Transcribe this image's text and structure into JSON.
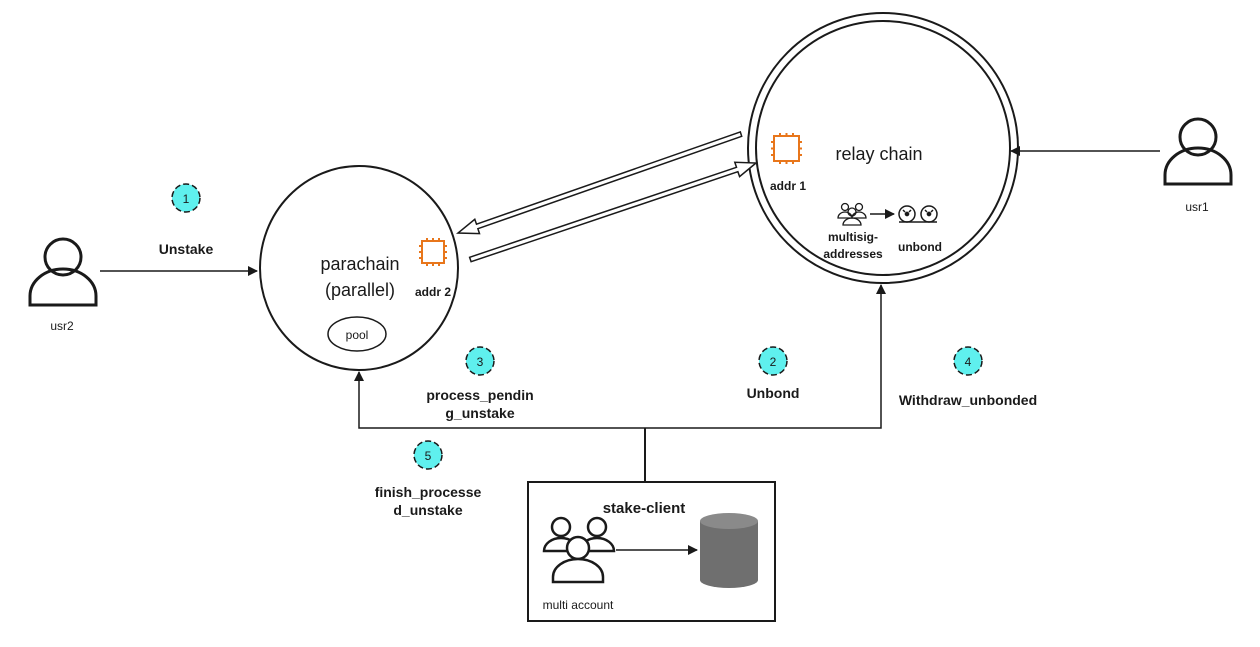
{
  "nodes": {
    "parachain": {
      "title_line1": "parachain",
      "title_line2": "(parallel)",
      "chip_label": "addr 2",
      "pool_label": "pool"
    },
    "relay_chain": {
      "title": "relay chain",
      "chip_label": "addr 1",
      "multisig_label_line1": "multisig-",
      "multisig_label_line2": "addresses",
      "unbond_label": "unbond"
    },
    "stake_client": {
      "title": "stake-client",
      "accounts_label": "multi account"
    },
    "usr1": {
      "label": "usr1"
    },
    "usr2": {
      "label": "usr2"
    }
  },
  "steps": [
    {
      "number": "1",
      "label_lines": [
        "Unstake"
      ]
    },
    {
      "number": "2",
      "label_lines": [
        "Unbond"
      ]
    },
    {
      "number": "3",
      "label_lines": [
        "process_pendin",
        "g_unstake"
      ]
    },
    {
      "number": "4",
      "label_lines": [
        "Withdraw_unbonded"
      ]
    },
    {
      "number": "5",
      "label_lines": [
        "finish_processe",
        "d_unstake"
      ]
    }
  ],
  "colors": {
    "step_badge_fill": "#5ff0ee",
    "chip_orange": "#e8761b",
    "db_gray": "#6f6f6f",
    "line": "#1a1a1a"
  }
}
